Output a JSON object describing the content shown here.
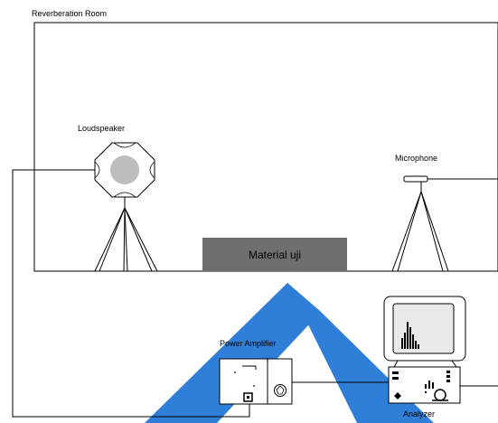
{
  "labels": {
    "room": "Reverberation Room",
    "loudspeaker": "Loudspeaker",
    "microphone": "Microphone",
    "material": "Material uji",
    "amplifier": "Power Amplifier",
    "analyzer": "Analyzer"
  },
  "colors": {
    "watermark": "#2f7fd9",
    "material_fill": "#6f6f6f",
    "speaker_cone": "#bdbdbd",
    "analyzer_screen": "#e9e9e9",
    "line": "#000000"
  }
}
